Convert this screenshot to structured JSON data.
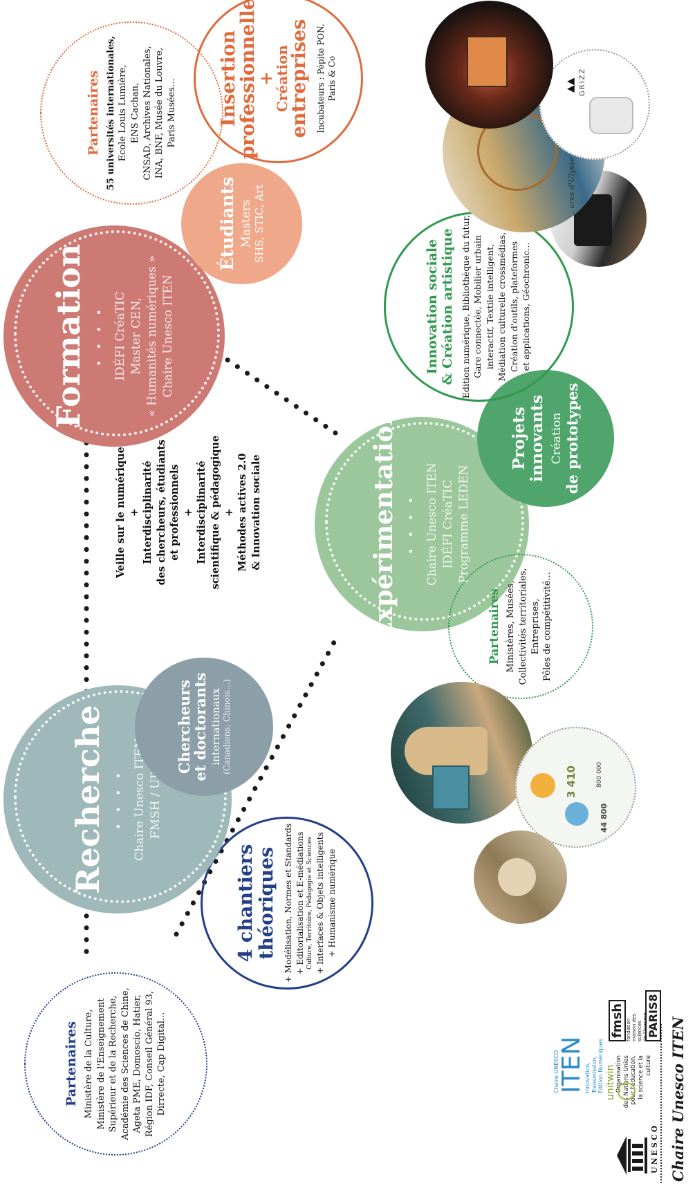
{
  "colors": {
    "recherche": "#9fb8ba",
    "chercheurs": "#8c9ea8",
    "formation": "#cd7a74",
    "etudiants": "#f0a88a",
    "experimentation": "#9cc79c",
    "projets": "#4fa56b",
    "blue": "#223f88",
    "orange": "#e06a3c",
    "green": "#2f9a4e",
    "dots": "#1a1a1a"
  },
  "recherche": {
    "title": "Recherche",
    "dots": "• • • •",
    "lines": [
      "Chaire Unesco ITEN",
      "FMSH / UP 8"
    ]
  },
  "chercheurs": {
    "line1": "Chercheurs",
    "line2": "et doctorants",
    "line3": "internationaux",
    "line4": "(Canadiens, Chinois...)"
  },
  "partenaires_recherche": {
    "title": "Partenaires",
    "lines": [
      "Ministère de la Culture,",
      "Ministère de l'Enseignement",
      "Supérieur et de la Recherche,",
      "Académie des Sciences de Chine,",
      "Ageta PME, Domoscio, Hatier,",
      "Région IDF, Conseil Général 93,",
      "Dirrecte, Cap Digital..."
    ]
  },
  "chantiers": {
    "title1": "4 chantiers",
    "title2": "théoriques",
    "items": [
      "+ Modélisation, Normes et Standards",
      "+ Editorialisation et E-médiations",
      "Culture, Territoire, Pédagogie et Sciences",
      "+ Interfaces & Objets intelligents",
      "+ Humanisme numérique"
    ]
  },
  "center_text": {
    "lines": [
      "Veille sur le numérique",
      "+",
      "Interdisciplinarité",
      "des chercheurs, étudiants",
      "et professionnels",
      "+",
      "Interdisciplinarité",
      "scientifique & pédagogique",
      "+",
      "Méthodes actives 2.0",
      "& Innovation sociale"
    ]
  },
  "formation": {
    "title": "Formation",
    "dots": "• • • •",
    "lines": [
      "IDÉFI CréaTIC",
      "Master CEN,",
      "« Humanités numériques »",
      "Chaire Unesco ITEN"
    ]
  },
  "etudiants": {
    "title": "Étudiants",
    "line1": "Masters",
    "line2": "SHS, STIC, Art"
  },
  "partenaires_formation": {
    "title": "Partenaires",
    "bold_line": "55 universités internationales,",
    "lines": [
      "Ecole Louis Lumière,",
      "ENS Cachan,",
      "CNSAD, Archives Nationales,",
      "INA, BNF, Musée du Louvre,",
      "Paris Musées..."
    ]
  },
  "insertion": {
    "line1": "Insertion",
    "line2": "professionnelle",
    "plus": "+",
    "line3": "Création",
    "line4": "entreprises",
    "lines": [
      "Incubateurs : Pépite PON,",
      "Paris & Co"
    ]
  },
  "experimentation": {
    "title": "Expérimentation",
    "dots": "• • • •",
    "lines": [
      "Chaire Unesco ITEN",
      "IDÉFI CréaTIC",
      "Programme LEDEN"
    ]
  },
  "projets": {
    "line1": "Projets",
    "line2": "innovants",
    "line3": "Création",
    "line4": "de prototypes"
  },
  "innovation": {
    "title1": "Innovation sociale",
    "title2": "& Création artistique",
    "lines": [
      "Edition numérique, Bibliothèque du futur,",
      "Gare connectée, Mobilier urbain",
      "interactif, Textile intelligent,",
      "Médiation culturelle crossmédias,",
      "Création d'outils, plateformes",
      "et applications, Géochronic..."
    ]
  },
  "partenaires_exp": {
    "title": "Partenaires",
    "lines": [
      "Ministères, Musées,",
      "Collectivités territoriales,",
      "Entreprises,",
      "Pôles de compétitivité..."
    ]
  },
  "photos": {
    "map_numbers": [
      "44 800",
      "3 410",
      "800 000"
    ],
    "grizz": "GRIZZ",
    "poster": "... ures d'Ulysse"
  },
  "logos": {
    "unesco": "UNESCO",
    "unesco_org": [
      "Organisation",
      "des Nations Unies",
      "pour l'éducation,",
      "la science et la culture"
    ],
    "chaire_unesco": "Chaire UNESCO",
    "iten": "ITEN",
    "iten_sub": [
      "Innovation,",
      "Transmission,",
      "Edition Numériques"
    ],
    "unitwin": "unitwin",
    "fmsh": "fmsh",
    "fmsh_sub": [
      "fondation",
      "maison des",
      "sciences",
      "de l'homme"
    ],
    "paris8": "PARIS8",
    "footer": "Chaire Unesco ITEN"
  }
}
